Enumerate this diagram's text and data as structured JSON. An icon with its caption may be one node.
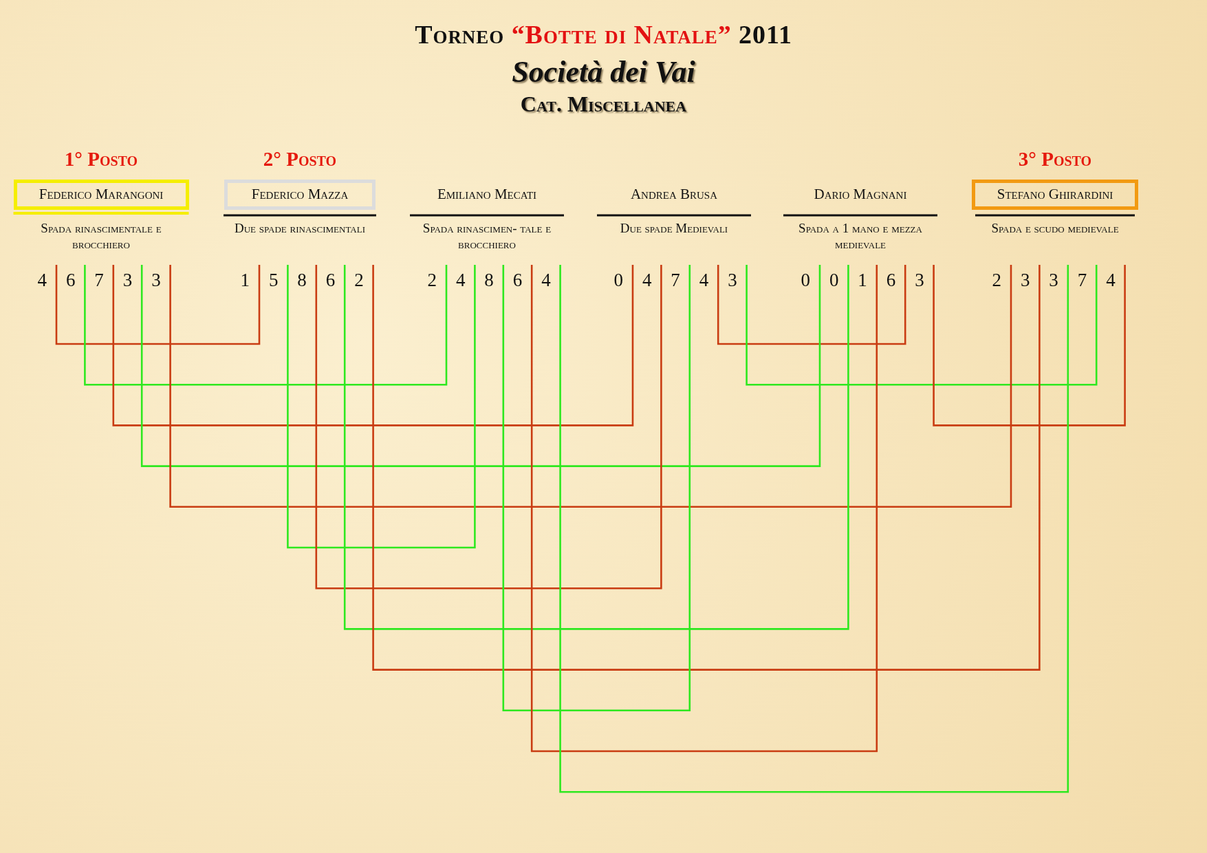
{
  "diagram": {
    "title": "Torneo *“Botte di Natale”* 2011",
    "nodes": [
      {
        "text": [
          "Federico Marangoni"
        ],
        "beside": [
          "1° Posto",
          "Spada rinascimentale e brocchiero"
        ]
      },
      {
        "text": [
          "Federico Mazza"
        ],
        "beside": [
          "2° Posto",
          "Due spade rinascimentali"
        ]
      },
      {
        "text": [
          "Emiliano Mecati"
        ],
        "beside": [
          "Spada rinascimen- tale e brocchiero"
        ]
      },
      {
        "text": [
          "Andrea Brusa"
        ],
        "beside": [
          "Due spade Medievali"
        ]
      },
      {
        "text": [
          "Dario Magnani"
        ],
        "beside": [
          "Spada a 1 mano e mezza medievale"
        ]
      },
      {
        "text": [
          "Stefano Ghirardini"
        ],
        "beside": [
          "3° Posto",
          "Spada e scudo medievale"
        ]
      },
      {
        "text": [
          "4"
        ]
      },
      {
        "text": [
          "6"
        ]
      },
      {
        "text": [
          "7"
        ]
      },
      {
        "text": [
          "3"
        ]
      },
      {
        "text": [
          "3"
        ]
      },
      {
        "text": [
          "1"
        ]
      },
      {
        "text": [
          "5"
        ]
      },
      {
        "text": [
          "8"
        ]
      },
      {
        "text": [
          "6"
        ]
      },
      {
        "text": [
          "2"
        ]
      },
      {
        "text": [
          "2"
        ]
      },
      {
        "text": [
          "4"
        ]
      },
      {
        "text": [
          "8"
        ]
      },
      {
        "text": [
          "6"
        ]
      },
      {
        "text": [
          "4"
        ]
      },
      {
        "text": [
          "0"
        ]
      },
      {
        "text": [
          "4"
        ]
      },
      {
        "text": [
          "7"
        ]
      },
      {
        "text": [
          "4"
        ]
      },
      {
        "text": [
          "3"
        ]
      },
      {
        "text": [
          "0"
        ]
      },
      {
        "text": [
          "0"
        ]
      },
      {
        "text": [
          "1"
        ]
      },
      {
        "text": [
          "6"
        ]
      },
      {
        "text": [
          "3"
        ]
      },
      {
        "text": [
          "2"
        ]
      },
      {
        "text": [
          "3"
        ]
      },
      {
        "text": [
          "3"
        ]
      },
      {
        "text": [
          "7"
        ]
      },
      {
        "text": [
          "4"
        ]
      }
    ],
    "edges": [
      {
        "from": 6,
        "to": 11,
        "arrow": "none"
      },
      {
        "from": 24,
        "to": 29,
        "arrow": "none"
      },
      {
        "from": 7,
        "to": 16,
        "arrow": "none",
        "color": "#2ee81f"
      },
      {
        "from": 25,
        "to": 34,
        "arrow": "none",
        "color": "#2ee81f"
      },
      {
        "from": 8,
        "to": 21,
        "arrow": "none"
      },
      {
        "from": 30,
        "to": 35,
        "arrow": "none"
      },
      {
        "from": 9,
        "to": 26,
        "arrow": "none",
        "color": "#2ee81f"
      },
      {
        "from": 10,
        "to": 31,
        "arrow": "none"
      },
      {
        "from": 12,
        "to": 17,
        "arrow": "none",
        "color": "#2ee81f"
      },
      {
        "from": 13,
        "to": 22,
        "arrow": "none"
      },
      {
        "from": 14,
        "to": 27,
        "arrow": "none",
        "color": "#2ee81f"
      },
      {
        "from": 15,
        "to": 32,
        "arrow": "none"
      },
      {
        "from": 18,
        "to": 23,
        "arrow": "none",
        "color": "#2ee81f"
      },
      {
        "from": 19,
        "to": 28,
        "arrow": "none"
      },
      {
        "from": 20,
        "to": 33,
        "arrow": "none",
        "color": "#2ee81f"
      }
    ],
    "labels": [
      "Società dei Vai",
      "Cat. Miscellanea"
    ]
  }
}
